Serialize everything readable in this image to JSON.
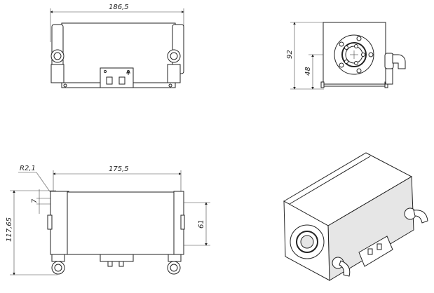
{
  "drawing": {
    "front_view": {
      "width_dim": "186,5"
    },
    "side_view": {
      "height_dim": "92",
      "axis_height_dim": "48"
    },
    "bottom_view": {
      "radius_dim": "R2,1",
      "length_dim": "175,5",
      "slot_dim": "7",
      "total_height_dim": "117,65",
      "mount_spacing_dim": "61"
    },
    "iso_view": {}
  }
}
